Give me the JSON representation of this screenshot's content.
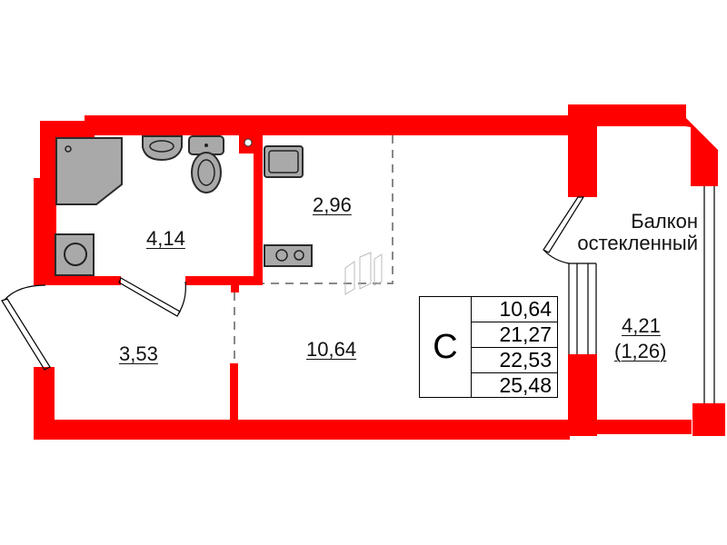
{
  "plan": {
    "colors": {
      "wall": "#ff0000",
      "fixture": "#a9a9a9",
      "outline": "#2b2b2b",
      "dashed": "#888888"
    },
    "rooms": [
      {
        "id": "bathroom",
        "area": "4,14"
      },
      {
        "id": "kitchen",
        "area": "2,96"
      },
      {
        "id": "hall",
        "area": "3,53"
      },
      {
        "id": "living",
        "area": "10,64"
      },
      {
        "id": "balcony",
        "area": "4,21",
        "reduced_area": "(1,26)",
        "name_line1": "Балкон",
        "name_line2": "остекленный"
      }
    ],
    "legend": {
      "type_letter": "С",
      "values": [
        "10,64",
        "21,27",
        "22,53",
        "25,48"
      ]
    },
    "fixtures": [
      "shower-tray",
      "washbasin",
      "toilet",
      "washing-machine",
      "kitchen-sink",
      "stove",
      "riser"
    ]
  }
}
